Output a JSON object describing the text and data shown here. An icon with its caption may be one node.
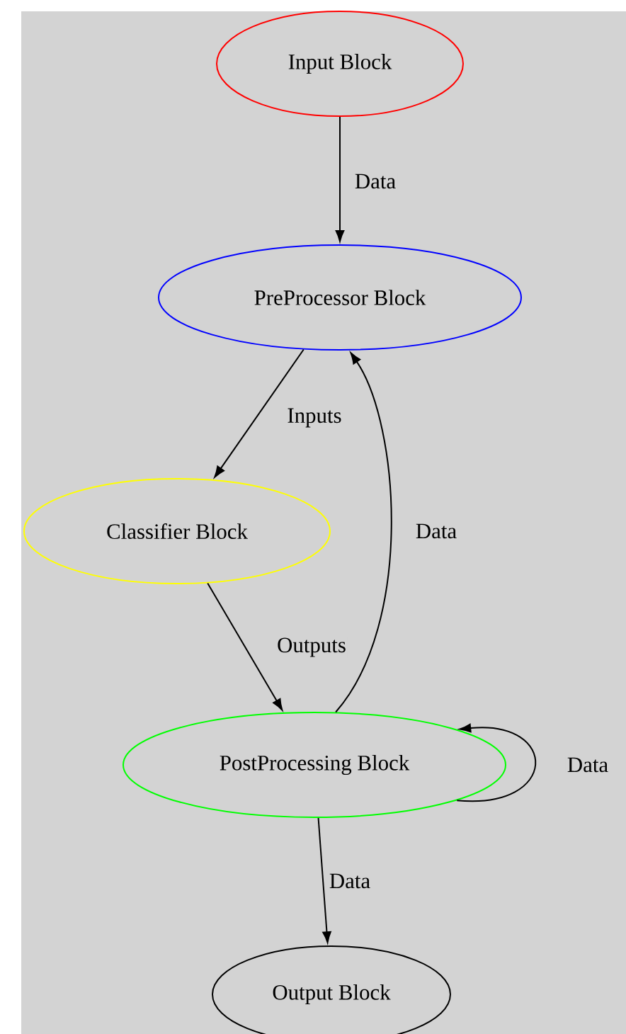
{
  "diagram": {
    "nodes": [
      {
        "text": [
          "Input Block"
        ]
      },
      {
        "text": [
          "PreProcessor Block"
        ]
      },
      {
        "text": [
          "Classifier Block"
        ]
      },
      {
        "text": [
          "PostProcessing Block"
        ]
      },
      {
        "text": [
          "Output Block"
        ]
      }
    ],
    "edges": [
      {
        "from": 0,
        "to": 1,
        "arrow": "to",
        "label": "Data"
      },
      {
        "from": 1,
        "to": 2,
        "arrow": "to",
        "label": "Inputs"
      },
      {
        "from": 2,
        "to": 3,
        "arrow": "to",
        "label": "Outputs"
      },
      {
        "from": 3,
        "to": 1,
        "arrow": "to",
        "label": "Data"
      },
      {
        "from": 3,
        "to": 3,
        "arrow": "to",
        "label": "Data"
      },
      {
        "from": 3,
        "to": 4,
        "arrow": "to",
        "label": "Data"
      }
    ]
  }
}
